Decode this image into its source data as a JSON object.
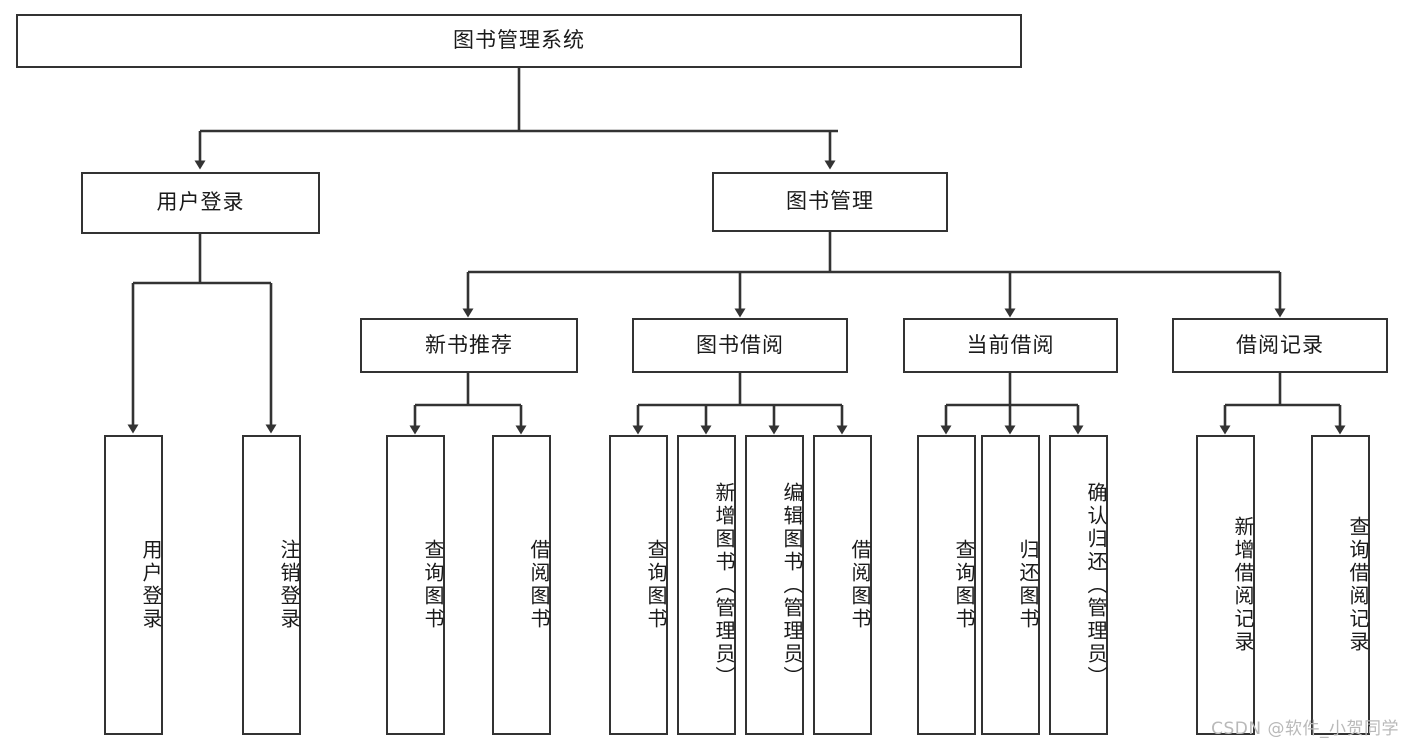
{
  "diagram": {
    "title_node": {
      "label": "图书管理系统"
    },
    "level1": [
      {
        "id": "user-login",
        "label": "用户登录"
      },
      {
        "id": "book-management",
        "label": "图书管理"
      }
    ],
    "level2": [
      {
        "id": "new-book-recommend",
        "label": "新书推荐"
      },
      {
        "id": "book-borrow",
        "label": "图书借阅"
      },
      {
        "id": "current-borrow",
        "label": "当前借阅"
      },
      {
        "id": "borrow-record",
        "label": "借阅记录"
      }
    ],
    "leaves": {
      "user_login": [
        {
          "id": "leaf-user-login",
          "label": "用户登录"
        },
        {
          "id": "leaf-logout-login",
          "label": "注销登录"
        }
      ],
      "new_book_recommend": [
        {
          "id": "leaf-query-book-1",
          "label": "查询图书"
        },
        {
          "id": "leaf-borrow-book-1",
          "label": "借阅图书"
        }
      ],
      "book_borrow": [
        {
          "id": "leaf-query-book-2",
          "label": "查询图书"
        },
        {
          "id": "leaf-add-book",
          "label": "新增图书（管理员）"
        },
        {
          "id": "leaf-edit-book",
          "label": "编辑图书（管理员）"
        },
        {
          "id": "leaf-borrow-book-2",
          "label": "借阅图书"
        }
      ],
      "current_borrow": [
        {
          "id": "leaf-query-book-3",
          "label": "查询图书"
        },
        {
          "id": "leaf-return-book",
          "label": "归还图书"
        },
        {
          "id": "leaf-confirm-return",
          "label": "确认归还（管理员）"
        }
      ],
      "borrow_record": [
        {
          "id": "leaf-add-record",
          "label": "新增借阅记录"
        },
        {
          "id": "leaf-query-record",
          "label": "查询借阅记录"
        }
      ]
    },
    "watermark": "CSDN @软件_小贺同学",
    "colors": {
      "stroke": "#333333",
      "background": "#ffffff",
      "text": "#1a1a1a",
      "watermark": "#b9b9b9"
    }
  }
}
